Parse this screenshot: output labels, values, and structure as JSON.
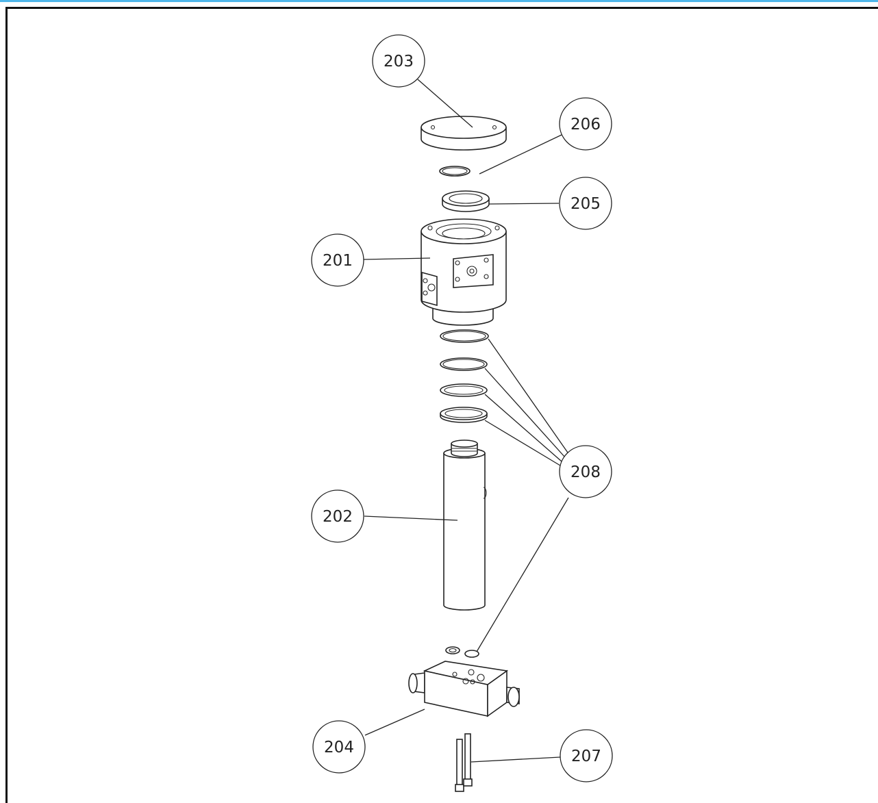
{
  "diagram": {
    "callouts": [
      {
        "id": "c203",
        "label": "203"
      },
      {
        "id": "c206",
        "label": "206"
      },
      {
        "id": "c205",
        "label": "205"
      },
      {
        "id": "c201",
        "label": "201"
      },
      {
        "id": "c208",
        "label": "208"
      },
      {
        "id": "c202",
        "label": "202"
      },
      {
        "id": "c204",
        "label": "204"
      },
      {
        "id": "c207",
        "label": "207"
      }
    ]
  }
}
